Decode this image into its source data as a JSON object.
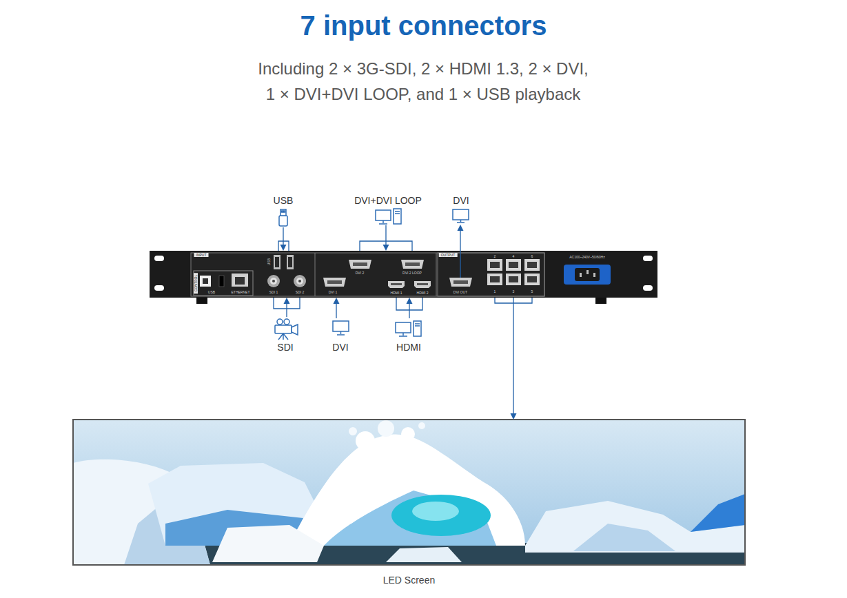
{
  "diagram": {
    "title": "7 input connectors",
    "nodes": [
      {
        "text": [
          "USB"
        ]
      },
      {
        "text": [
          "DVI+DVI LOOP"
        ]
      },
      {
        "text": [
          "DVI"
        ]
      },
      {
        "text": [
          "INPUT",
          "CONTROL",
          "OUTPUT"
        ]
      },
      {
        "text": [
          "SDI"
        ]
      },
      {
        "text": [
          "DVI"
        ]
      },
      {
        "text": [
          "HDMI"
        ]
      },
      {
        "text": [
          "LED Screen"
        ]
      }
    ],
    "edges": [
      {
        "from": 0,
        "to": 3,
        "arrow": "to"
      },
      {
        "from": 1,
        "to": 3,
        "arrow": "to"
      },
      {
        "from": 3,
        "to": 2,
        "arrow": "to"
      },
      {
        "from": 4,
        "to": 3,
        "arrow": "to"
      },
      {
        "from": 5,
        "to": 3,
        "arrow": "to"
      },
      {
        "from": 6,
        "to": 3,
        "arrow": "to"
      },
      {
        "from": 3,
        "to": 7,
        "arrow": "to"
      }
    ],
    "labels": [
      "Including 2 × 3G-SDI, 2 × HDMI 1.3, 2 × DVI, 1 × DVI+DVI LOOP, and 1 × USB playback",
      "USB",
      "ETHERNET",
      "USB",
      "SDI 1",
      "SDI 2",
      "DVI 2",
      "DVI 2 LOOP",
      "DVI 1",
      "HDMI 1",
      "HDMI 2",
      "DVI OUT",
      "2",
      "4",
      "6",
      "1",
      "3",
      "5",
      "AC100~240V~50/60Hz"
    ]
  }
}
